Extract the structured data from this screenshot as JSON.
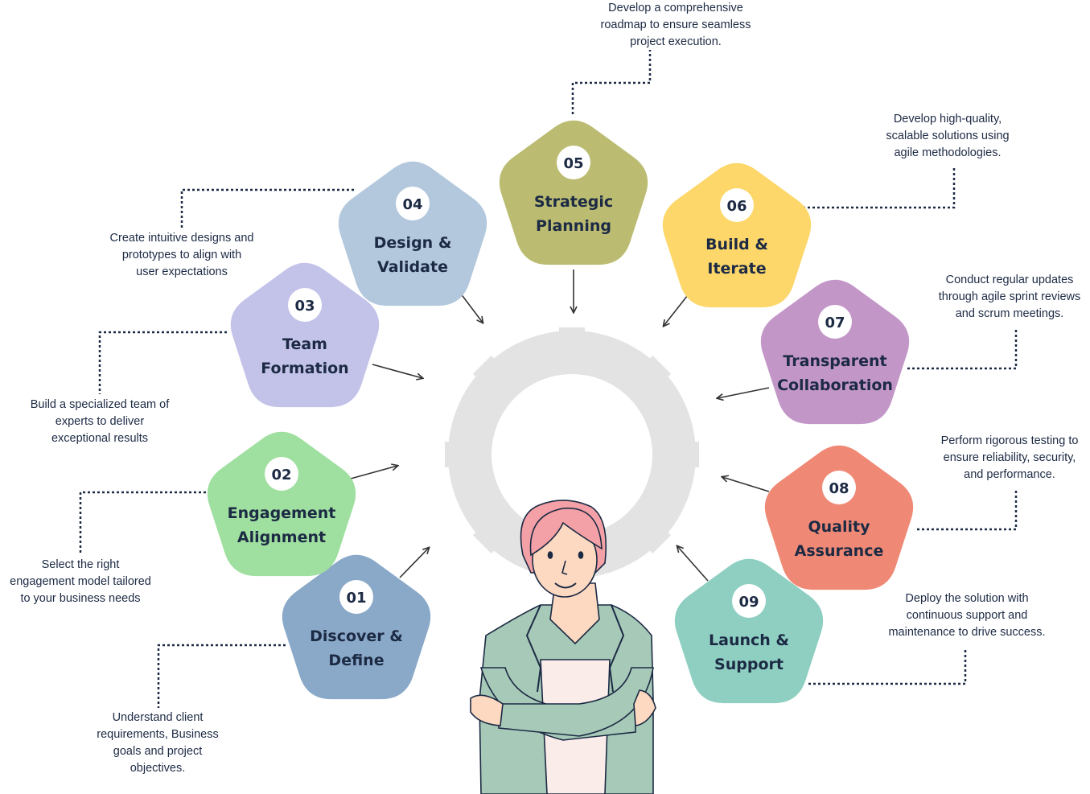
{
  "steps": [
    {
      "number": "01",
      "title": [
        "Discover &",
        "Define"
      ],
      "color": "#8aa9c9",
      "description": "Understand client\nrequirements, Business\ngoals and project\nobjectives."
    },
    {
      "number": "02",
      "title": [
        "Engagement",
        "Alignment"
      ],
      "color": "#9fdfa0",
      "description": "Select the right\nengagement model tailored\nto your business needs"
    },
    {
      "number": "03",
      "title": [
        "Team",
        "Formation"
      ],
      "color": "#c3c3e9",
      "description": "Build a specialized team of\nexperts to deliver\nexceptional results"
    },
    {
      "number": "04",
      "title": [
        "Design &",
        "Validate"
      ],
      "color": "#b3c8dd",
      "description": "Create intuitive designs and\nprototypes to align with\nuser expectations"
    },
    {
      "number": "05",
      "title": [
        "Strategic",
        "Planning"
      ],
      "color": "#bbbc72",
      "description": "Develop a comprehensive\nroadmap to ensure seamless\nproject execution."
    },
    {
      "number": "06",
      "title": [
        "Build &",
        "Iterate"
      ],
      "color": "#fdd76a",
      "description": "Develop high-quality,\nscalable solutions using\nagile methodologies."
    },
    {
      "number": "07",
      "title": [
        "Transparent",
        "Collaboration"
      ],
      "color": "#c396c8",
      "description": "Conduct regular updates\nthrough agile sprint reviews\nand scrum meetings."
    },
    {
      "number": "08",
      "title": [
        "Quality",
        "Assurance"
      ],
      "color": "#ef8975",
      "description": "Perform rigorous testing to\nensure reliability, security,\nand performance."
    },
    {
      "number": "09",
      "title": [
        "Launch &",
        "Support"
      ],
      "color": "#8ecfc2",
      "description": "Deploy the solution with\ncontinuous support and\nmaintenance to drive success."
    }
  ],
  "colors": {
    "text": "#1c2a44",
    "gear": "#e3e3e3",
    "hair": "#f3a1a6",
    "skin": "#fcd9c0",
    "jacket": "#a7c9b8",
    "shirt": "#f9ece9"
  },
  "icons": [
    "gear-icon",
    "person-illustration",
    "arrow-icon"
  ]
}
